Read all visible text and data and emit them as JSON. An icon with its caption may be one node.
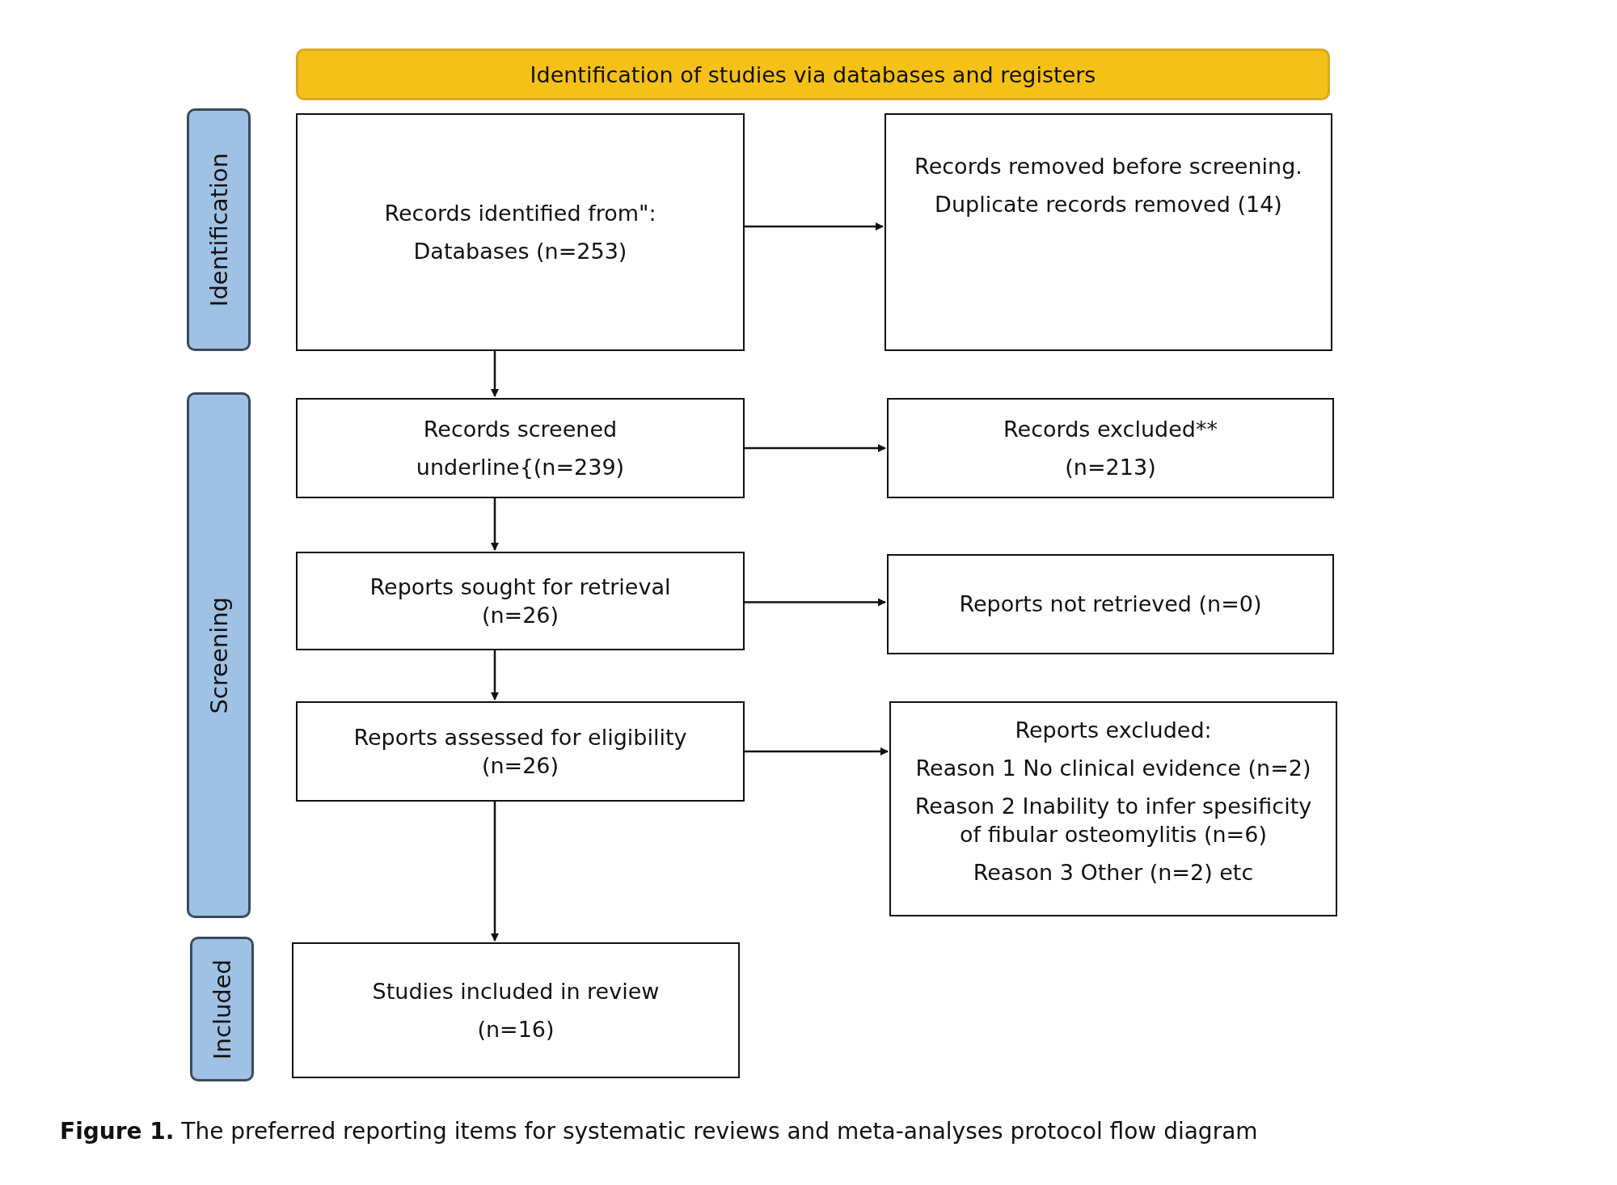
{
  "diagram": {
    "caption": "**Figure 1.** The preferred reporting items for systematic reviews and meta-analyses protocol flow diagram",
    "nodes": [
      {
        "text": [
          "Identification of studies via databases and registers"
        ]
      },
      {
        "text": [
          "Identification"
        ]
      },
      {
        "text": [
          "Screening"
        ]
      },
      {
        "text": [
          "Included"
        ]
      },
      {
        "text": [
          "Records identified from\":",
          "Databases (n=253)"
        ]
      },
      {
        "text": [
          "Records removed before screening.",
          "Duplicate records removed (14)"
        ]
      },
      {
        "text": [
          "Records screened",
          "underline{(n=239)"
        ]
      },
      {
        "text": [
          "Records excluded**",
          "(n=213)"
        ]
      },
      {
        "text": [
          "Reports sought for retrieval (n=26)"
        ]
      },
      {
        "text": [
          "Reports not retrieved (n=0)"
        ]
      },
      {
        "text": [
          "Reports assessed for eligibility (n=26)"
        ]
      },
      {
        "text": [
          "Reports excluded:",
          "Reason 1 No clinical evidence (n=2)",
          "Reason 2 Inability to infer spesificity of fibular osteomylitis (n=6)",
          "Reason 3 Other (n=2) etc"
        ]
      },
      {
        "text": [
          "Studies included in review",
          "(n=16)"
        ]
      }
    ],
    "edges": [
      {
        "from": 4,
        "to": 5,
        "arrow": "to"
      },
      {
        "from": 4,
        "to": 6,
        "arrow": "to"
      },
      {
        "from": 6,
        "to": 7,
        "arrow": "to"
      },
      {
        "from": 6,
        "to": 8,
        "arrow": "to"
      },
      {
        "from": 8,
        "to": 9,
        "arrow": "to"
      },
      {
        "from": 8,
        "to": 10,
        "arrow": "to"
      },
      {
        "from": 10,
        "to": 11,
        "arrow": "to"
      },
      {
        "from": 10,
        "to": 12,
        "arrow": "to"
      }
    ]
  }
}
